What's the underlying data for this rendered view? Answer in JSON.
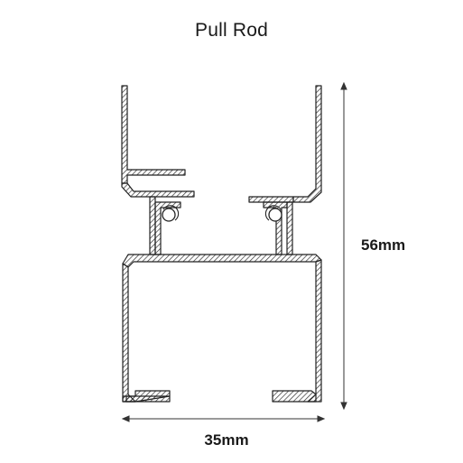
{
  "diagram": {
    "title": "Pull Rod",
    "width_label": "35mm",
    "height_label": "56mm"
  },
  "colors": {
    "profile_stroke": "#222222",
    "hatch": "#333333",
    "dimension_line": "#333333"
  }
}
